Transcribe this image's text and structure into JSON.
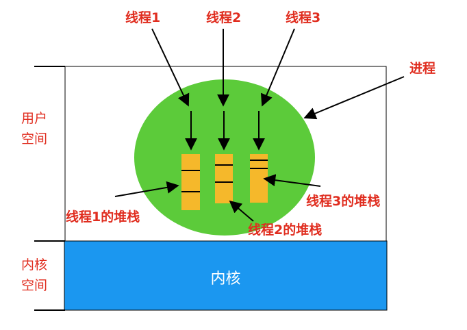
{
  "labels": {
    "thread1": "线程1",
    "thread2": "线程2",
    "thread3": "线程3",
    "process": "进程",
    "user_space_line1": "用户",
    "user_space_line2": "空间",
    "kernel_space_line1": "内核",
    "kernel_space_line2": "空间",
    "kernel": "内核",
    "stack1": "线程1的堆栈",
    "stack2": "线程2的堆栈",
    "stack3": "线程3的堆栈"
  },
  "colors": {
    "label_red": "#e02d1f",
    "process_green": "#5ccb3a",
    "stack_orange": "#f5b82b",
    "kernel_blue": "#1b97f0",
    "line_black": "#000000"
  }
}
